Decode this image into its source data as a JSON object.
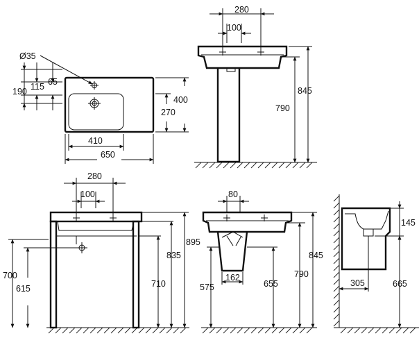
{
  "plan_view": {
    "dims": {
      "d35": "Ø35",
      "d190": "190",
      "d115": "115",
      "d65": "65",
      "d400": "400",
      "d270": "270",
      "d410": "410",
      "d650": "650"
    }
  },
  "pedestal_view": {
    "dims": {
      "d280": "280",
      "d100": "100",
      "d845": "845",
      "d790": "790"
    }
  },
  "console_view": {
    "dims": {
      "d280": "280",
      "d100": "100",
      "d700": "700",
      "d615": "615",
      "d710": "710",
      "d835": "835",
      "d895": "895"
    }
  },
  "semi_pedestal_view": {
    "dims": {
      "d80": "80",
      "d575": "575",
      "d162": "162",
      "d655": "655",
      "d790": "790",
      "d845": "845"
    }
  },
  "side_view": {
    "dims": {
      "d145": "145",
      "d305": "305",
      "d665": "665"
    }
  }
}
